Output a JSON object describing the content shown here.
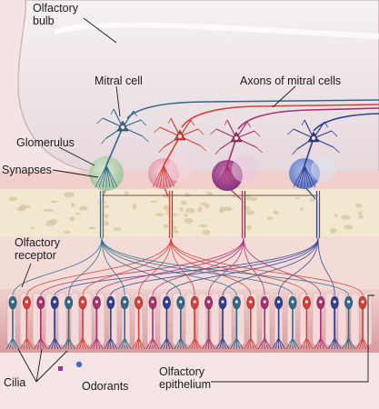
{
  "labels": {
    "olfactory_bulb": "Olfactory\nbulb",
    "mitral_cell": "Mitral cell",
    "axons_of_mitral_cells": "Axons of mitral cells",
    "glomerulus": "Glomerulus",
    "synapses": "Synapses",
    "olfactory_receptor": "Olfactory\nreceptor",
    "cilia": "Cilia",
    "odorants": "Odorants",
    "olfactory_epithelium": "Olfactory\nepithelium"
  },
  "colors": {
    "background": "#f3e6e2",
    "bulb": "#efe7ea",
    "bone": "#f2e7cf",
    "epithelium": "#e6bdbd",
    "mucus": "#d9a0a4",
    "mitral_blue": "#2f6a8a",
    "mitral_red": "#d6403a",
    "mitral_magenta": "#a8306e",
    "mitral_navy": "#2c3f92",
    "glomerulus_green": "#b6d3b0",
    "glomerulus_pink": "#e6a6b8",
    "glomerulus_purple": "#9c3c8e",
    "glomerulus_blue": "#6f86cc"
  }
}
